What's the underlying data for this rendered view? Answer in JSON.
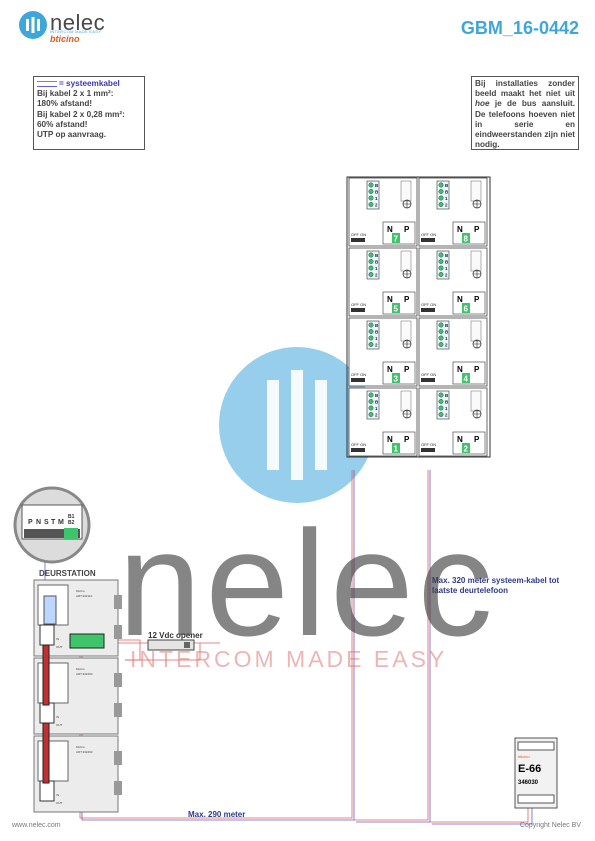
{
  "header": {
    "brand": "nelec",
    "tagline": "INTERCOM MADE EASY",
    "sub_brand": "bticino",
    "doc_code": "GBM_16-0442"
  },
  "note_left": {
    "legend_title": "= systeemkabel",
    "lines": [
      "Bij kabel 2 x 1 mm²:",
      "180% afstand!",
      "Bij kabel 2 x 0,28 mm²:",
      "60% afstand!",
      "UTP op aanvraag."
    ]
  },
  "note_right": {
    "text_before": "Bij installaties zonder beeld maakt het niet uit ",
    "emphasis": "hoe",
    "text_after": " je de bus aansluit. De telefoons hoeven niet in serie en eindweerstanden zijn niet nodig."
  },
  "door_station": {
    "label": "DEURSTATION",
    "module_code_1": "ART.332110",
    "module_code_2": "ART.332260",
    "module_code_3": "ART.332260",
    "terminal_labels": [
      "P",
      "N",
      "S",
      "T",
      "M",
      "B1",
      "B2"
    ],
    "io_in": "IN",
    "io_out": "OUT"
  },
  "opener": {
    "label": "12 Vdc opener"
  },
  "phones": {
    "terminal_labels": [
      "B",
      "B",
      "1",
      "2"
    ],
    "switch_label": "OFF ON",
    "n_label": "N",
    "p_label": "P",
    "numbers": [
      "7",
      "8",
      "5",
      "6",
      "3",
      "4",
      "1",
      "2"
    ]
  },
  "power_supply": {
    "model": "E-66",
    "code": "346030",
    "brand": "bticino"
  },
  "labels": {
    "max320": "Max. 320 meter systeem-kabel tot laatste deurtelefoon",
    "max290": "Max. 290 meter"
  },
  "footer": {
    "website": "www.nelec.com",
    "copyright": "Copyright Nelec BV"
  },
  "colors": {
    "brand_blue": "#3fa6dc",
    "wire_red": "#e06060",
    "wire_blue": "#6060d0",
    "terminal_green": "#3ec46a",
    "label_navy": "#2e3a8c"
  }
}
